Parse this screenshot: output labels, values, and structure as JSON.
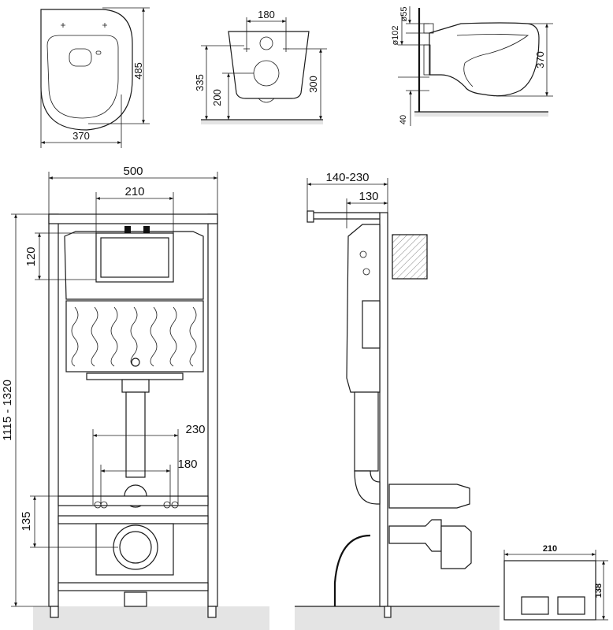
{
  "dimensions": {
    "bowl_top": {
      "length": "485",
      "width": "370"
    },
    "bowl_rear": {
      "hole_spacing": "180",
      "height_335": "335",
      "height_200": "200",
      "height_300": "300"
    },
    "bowl_side": {
      "d55": "ø55",
      "d102": "ø102",
      "depth": "370",
      "floor": "40"
    },
    "frame_front": {
      "width": "500",
      "panel_width": "210",
      "panel_height": "120",
      "total_height": "1115 - 1320",
      "outer_holes": "230",
      "inner_holes": "180",
      "outlet_height": "135"
    },
    "frame_side": {
      "depth_range": "140-230",
      "depth": "130"
    },
    "flush_plate": {
      "width": "210",
      "height": "138"
    }
  },
  "colors": {
    "line": "#1a1a1a",
    "floor_shade": "#e4e4e4",
    "background": "#ffffff"
  }
}
